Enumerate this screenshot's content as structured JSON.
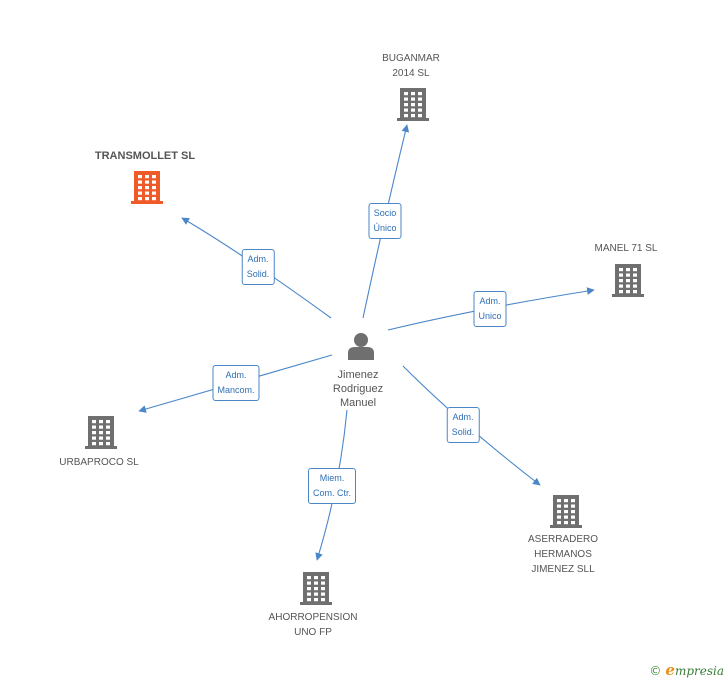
{
  "center": {
    "name_lines": [
      "Jimenez",
      "Rodriguez",
      "Manuel"
    ],
    "icon": "person-icon"
  },
  "companies": [
    {
      "id": "transmollet",
      "lines": [
        "TRANSMOLLET SL"
      ],
      "highlight": true,
      "icon": "building-icon"
    },
    {
      "id": "buganmar",
      "lines": [
        "BUGANMAR",
        "2014  SL"
      ],
      "highlight": false,
      "icon": "building-icon"
    },
    {
      "id": "manel71",
      "lines": [
        "MANEL 71 SL"
      ],
      "highlight": false,
      "icon": "building-icon"
    },
    {
      "id": "urbaproco",
      "lines": [
        "URBAPROCO SL"
      ],
      "highlight": false,
      "icon": "building-icon"
    },
    {
      "id": "aserradero",
      "lines": [
        "ASERRADERO",
        "HERMANOS",
        "JIMENEZ SLL"
      ],
      "highlight": false,
      "icon": "building-icon"
    },
    {
      "id": "ahorropension",
      "lines": [
        "AHORROPENSION",
        "UNO FP"
      ],
      "highlight": false,
      "icon": "building-icon"
    }
  ],
  "relations": [
    {
      "to": "buganmar",
      "lines": [
        "Socio",
        "Único"
      ]
    },
    {
      "to": "transmollet",
      "lines": [
        "Adm.",
        "Solid."
      ]
    },
    {
      "to": "manel71",
      "lines": [
        "Adm.",
        "Unico"
      ]
    },
    {
      "to": "urbaproco",
      "lines": [
        "Adm.",
        "Mancom."
      ]
    },
    {
      "to": "aserradero",
      "lines": [
        "Adm.",
        "Solid."
      ]
    },
    {
      "to": "ahorropension",
      "lines": [
        "Miem.",
        "Com. Ctr."
      ]
    }
  ],
  "colors": {
    "highlight": "#f05a28",
    "building": "#6f6f6f",
    "edge": "#4a86c8",
    "person": "#6f6f6f"
  },
  "footer": {
    "copyright": "©",
    "brand_initial": "e",
    "brand_rest": "mpresia"
  }
}
